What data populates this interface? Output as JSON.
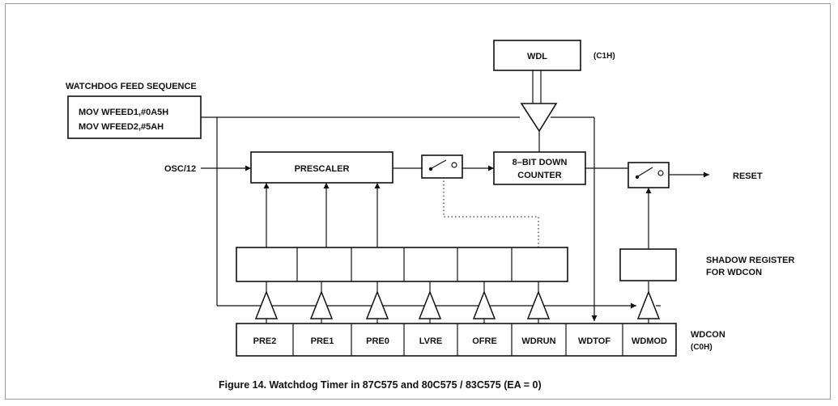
{
  "feed_sequence": {
    "title": "WATCHDOG FEED SEQUENCE",
    "line1": "MOV  WFEED1,#0A5H",
    "line2": "MOV  WFEED2,#5AH"
  },
  "wdl": {
    "label": "WDL",
    "address": "(C1H)"
  },
  "osc_label": "OSC/12",
  "prescaler_label": "PRESCALER",
  "counter": {
    "line1": "8–BIT DOWN",
    "line2": "COUNTER"
  },
  "reset_label": "RESET",
  "shadow": {
    "line1": "SHADOW REGISTER",
    "line2": "FOR WDCON"
  },
  "wdcon": {
    "label": "WDCON",
    "address": "(C0H)",
    "bits": [
      "PRE2",
      "PRE1",
      "PRE0",
      "LVRE",
      "OFRE",
      "WDRUN",
      "WDTOF",
      "WDMOD"
    ]
  },
  "caption": "Figure 14.  Watchdog Timer in 87C575 and 80C575 / 83C575  (EA = 0)"
}
